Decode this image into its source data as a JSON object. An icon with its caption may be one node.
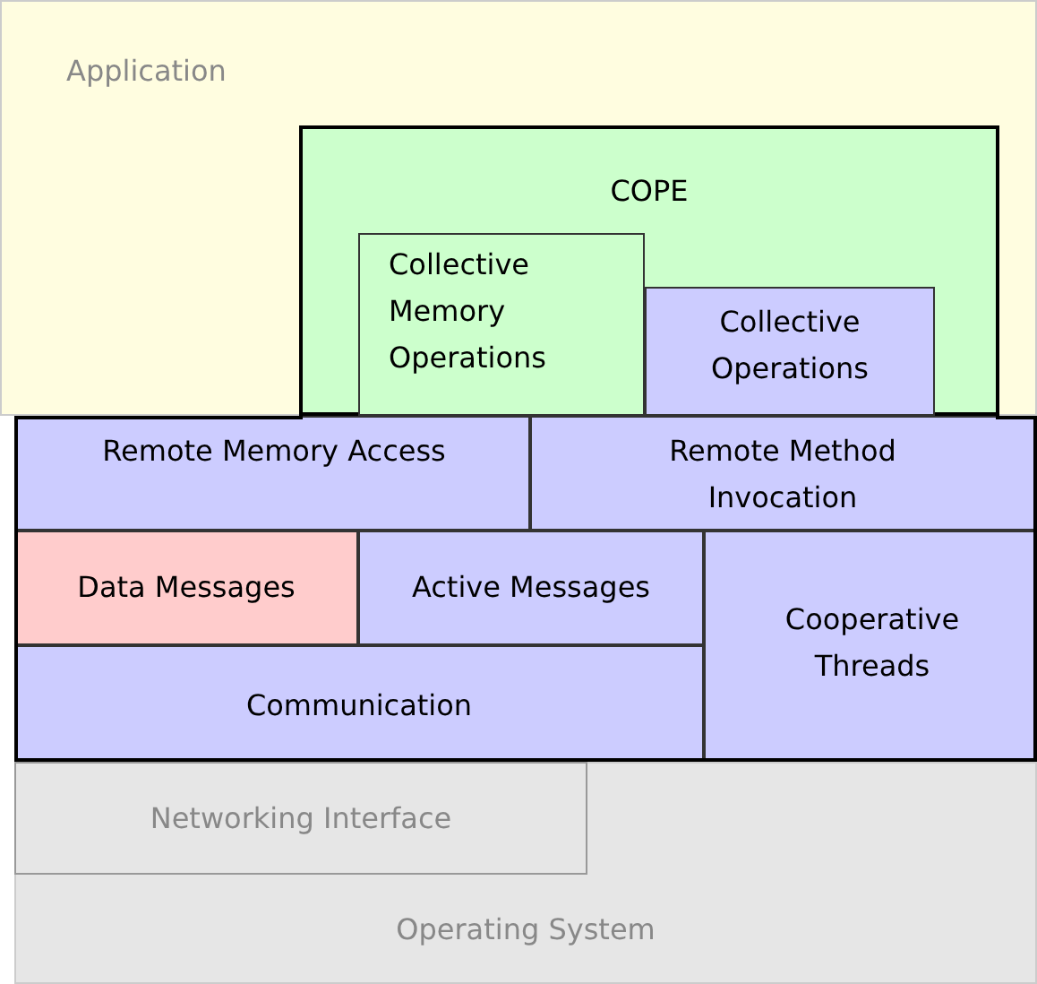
{
  "diagram": {
    "nodes": [
      {
        "text": [
          "Application"
        ]
      },
      {
        "text": [
          "COPE"
        ],
        "in": 0
      },
      {
        "text": [
          "Collective Memory Operations"
        ],
        "in": 1
      },
      {
        "text": [
          "Collective Operations"
        ],
        "in": 1
      },
      {
        "text": [
          "Remote Memory Access"
        ]
      },
      {
        "text": [
          "Remote Method Invocation"
        ]
      },
      {
        "text": [
          "Data Messages"
        ]
      },
      {
        "text": [
          "Active Messages"
        ]
      },
      {
        "text": [
          "Cooperative Threads"
        ]
      },
      {
        "text": [
          "Communication"
        ]
      },
      {
        "text": [
          "Operating System"
        ]
      },
      {
        "text": [
          "Networking Interface"
        ],
        "in": 10
      }
    ]
  }
}
